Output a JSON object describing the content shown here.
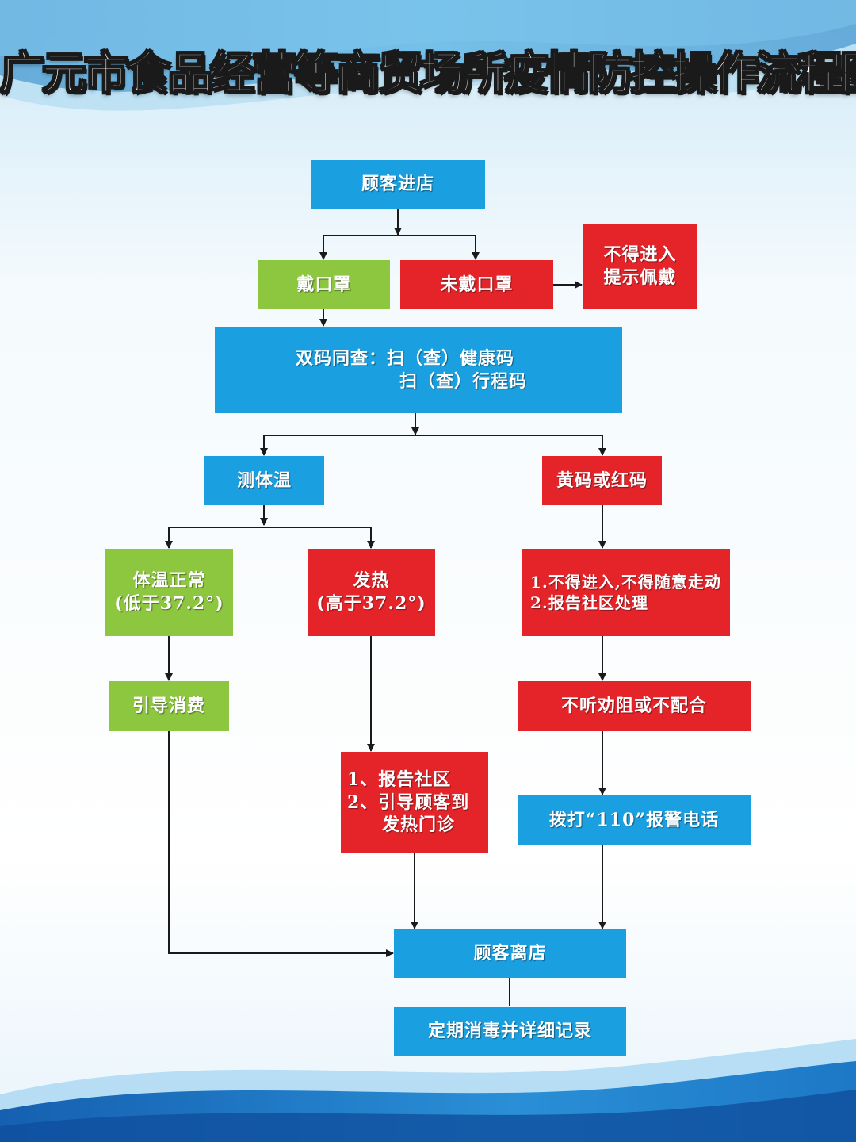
{
  "title": "广元市食品经营等商贸场所疫情防控操作流程图",
  "colors": {
    "blue": "#1a9fe0",
    "red": "#e5242a",
    "green": "#8dc63f",
    "line": "#1a1a1a"
  },
  "nodes": {
    "enter": "顾客进店",
    "mask": "戴口罩",
    "no_mask": "未戴口罩",
    "deny_mask": [
      "不得进入",
      "提示佩戴"
    ],
    "dual_code": [
      "双码同查：扫（查）健康码",
      "扫（查）行程码"
    ],
    "temp": "测体温",
    "yellow_red": "黄码或红码",
    "normal": [
      "体温正常",
      "(低于37.2°)"
    ],
    "fever": [
      "发热",
      "(高于37.2°)"
    ],
    "deny_walk": [
      "1.不得进入,不得随意走动",
      "2.报告社区处理"
    ],
    "guide": "引导消费",
    "refuse": "不听劝阻或不配合",
    "report": [
      "1、报告社区",
      "2、引导顾客到",
      "发热门诊"
    ],
    "call110": "拨打“110”报警电话",
    "leave": "顾客离店",
    "disinfect": "定期消毒并详细记录"
  }
}
